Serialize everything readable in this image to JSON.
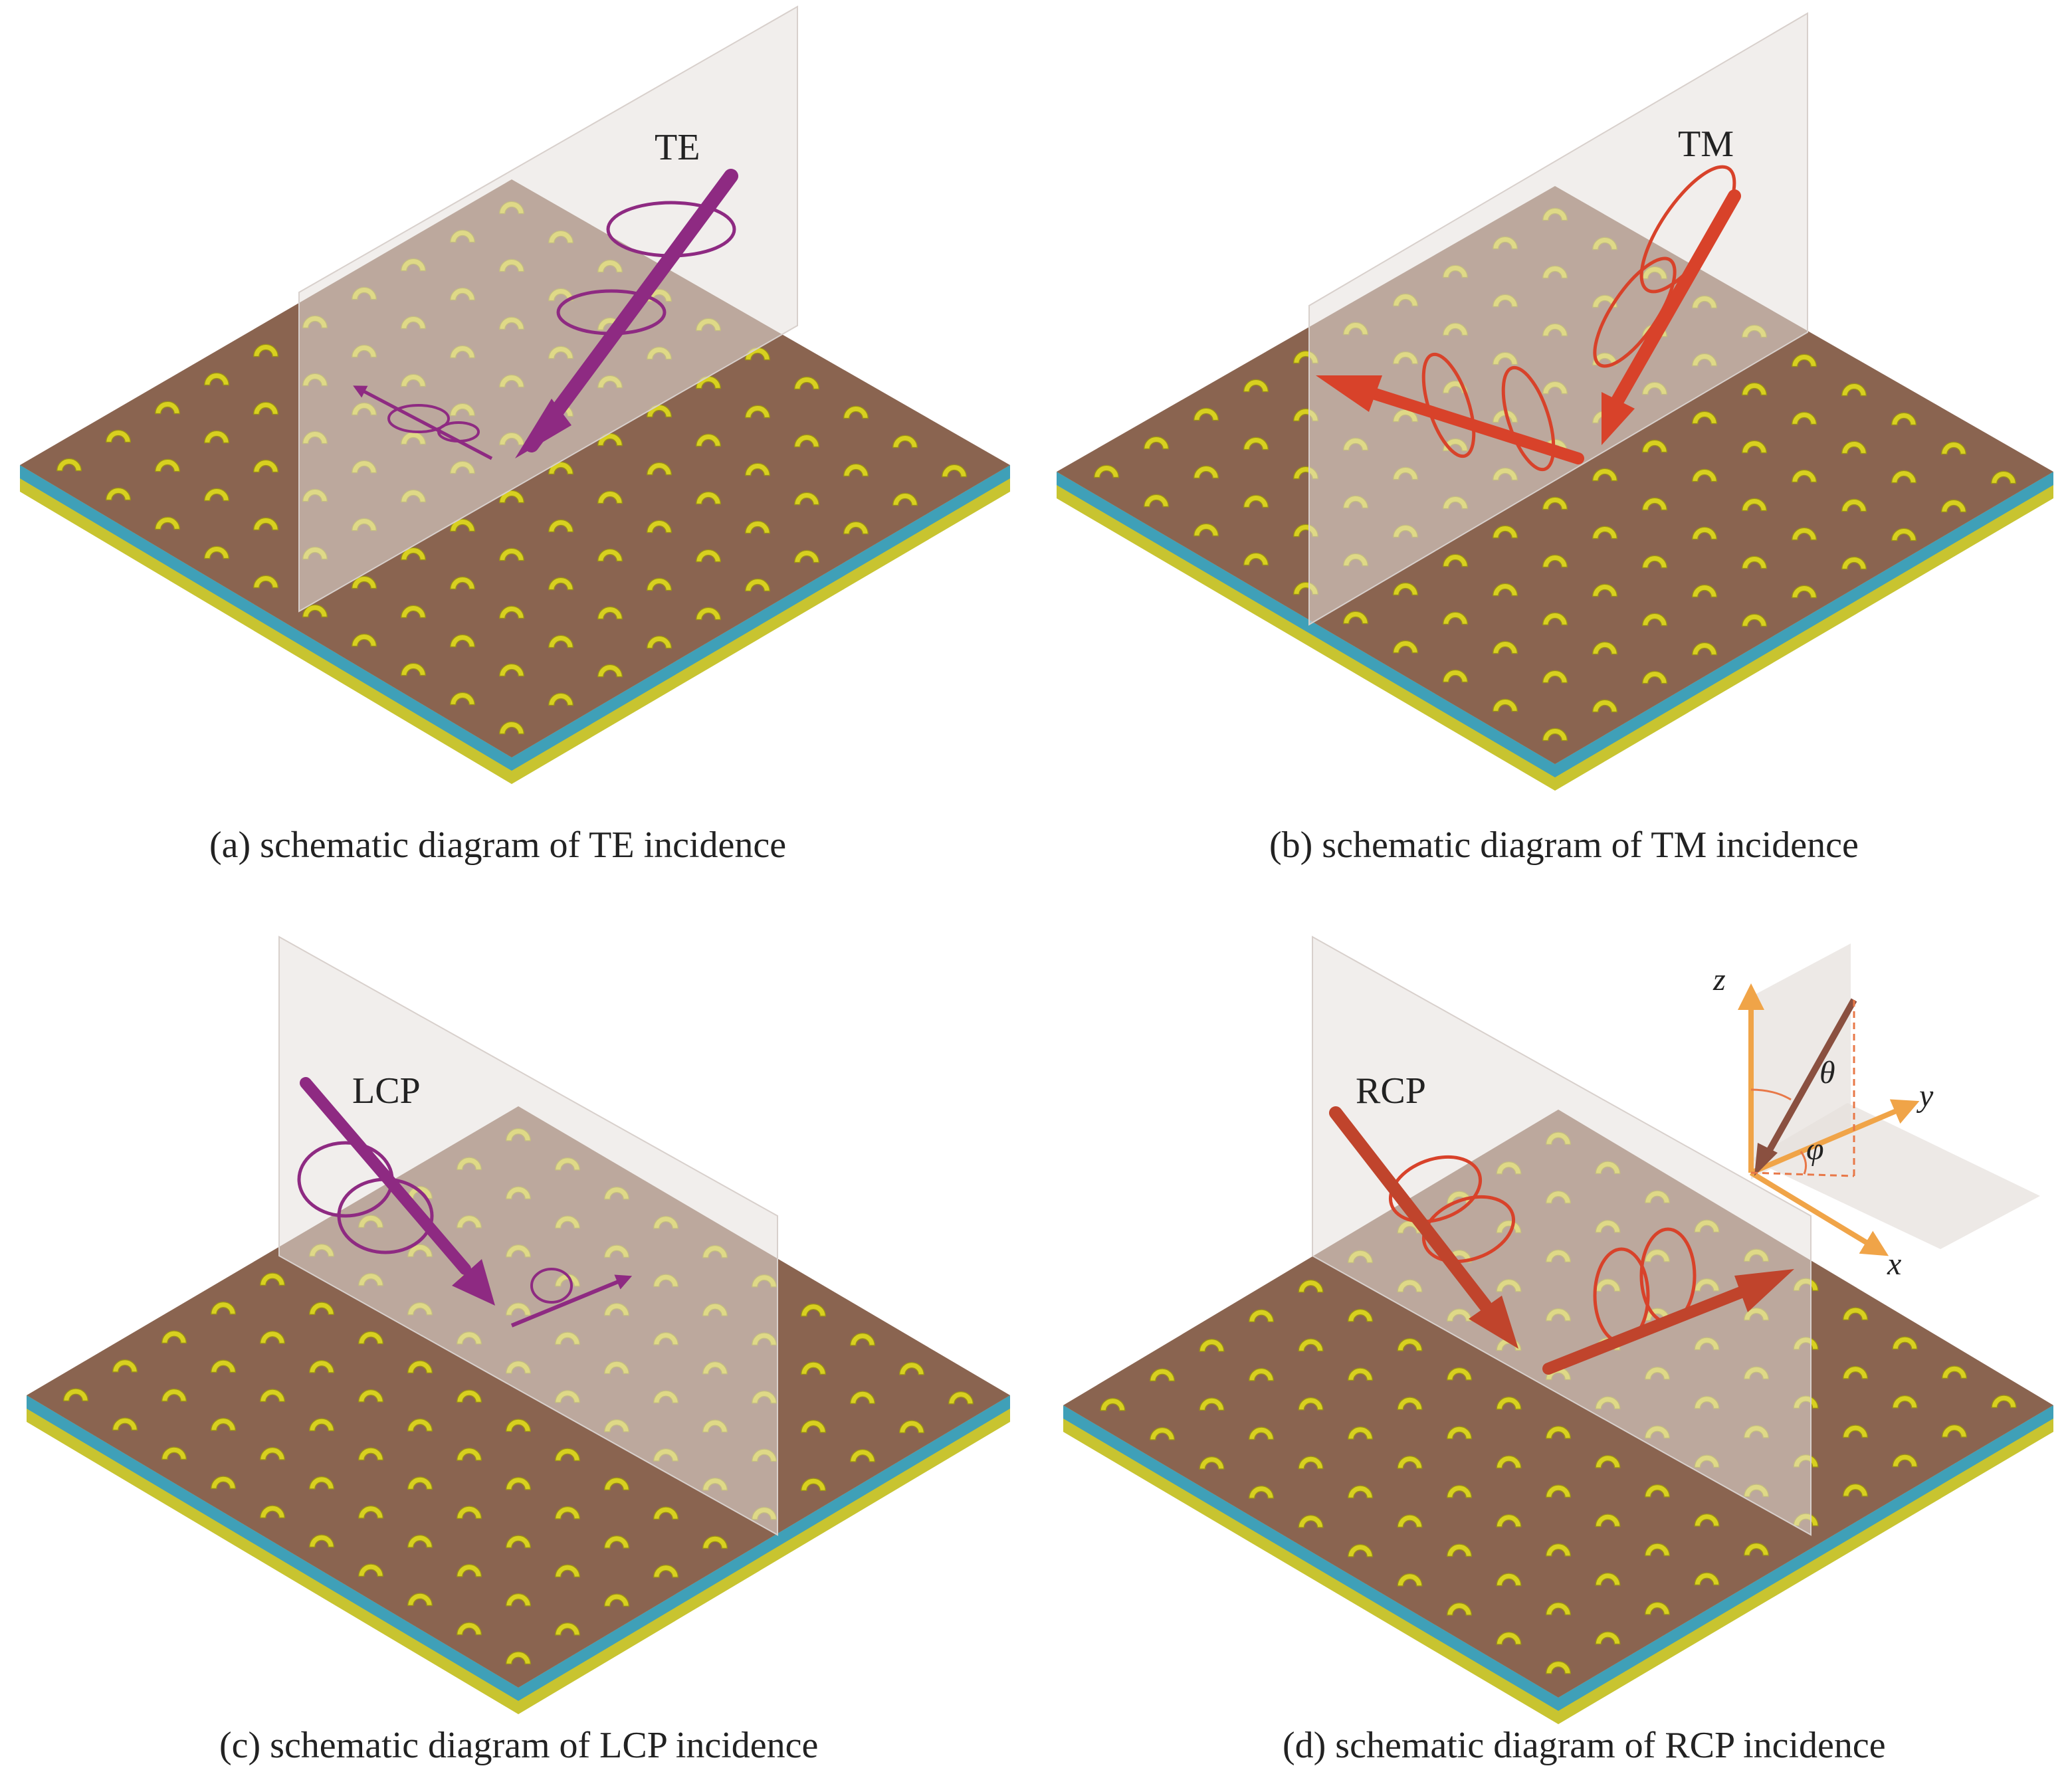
{
  "colors": {
    "background": "#ffffff",
    "substrate_top": "#8a6450",
    "substrate_edge_blue": "#3fa0b8",
    "substrate_edge_yellow": "#c8c430",
    "resonator": "#d8d020",
    "incidence_plane": "#e6e0dc",
    "te_lcp_wave": "#8e2a82",
    "tm_rcp_wave": "#d8422a",
    "rcp_arrow": "#c0442c",
    "axis_arrow": "#f0a448",
    "angle_arc": "#e87848"
  },
  "panels": [
    {
      "id": "a",
      "wave_label": "TE",
      "caption": "(a)  schematic diagram of TE incidence"
    },
    {
      "id": "b",
      "wave_label": "TM",
      "caption": "(b)  schematic diagram of TM incidence"
    },
    {
      "id": "c",
      "wave_label": "LCP",
      "caption": "(c)  schematic diagram of LCP incidence"
    },
    {
      "id": "d",
      "wave_label": "RCP",
      "caption": "(d)  schematic diagram of RCP incidence"
    }
  ],
  "coordinate_inset": {
    "axes": [
      "x",
      "y",
      "z"
    ],
    "angles": [
      "θ",
      "φ"
    ]
  },
  "icons": {
    "resonator": "split-ring-resonator-icon",
    "wave_arrow": "wave-arrow-icon"
  }
}
